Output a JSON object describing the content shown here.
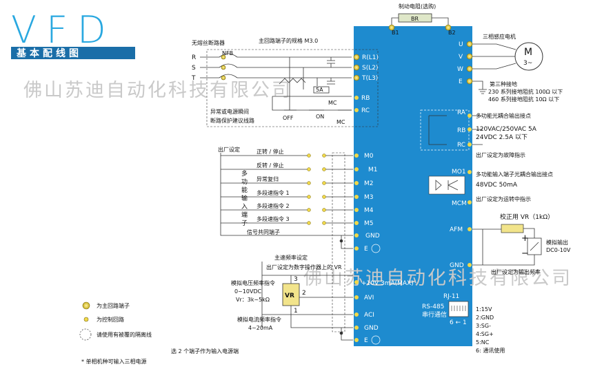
{
  "header": {
    "title": "VFD",
    "subtitle": "基本配线图"
  },
  "watermark": "佛山苏迪自动化科技有限公司",
  "brake": {
    "label": "制动电阻(选购)",
    "box": "BR",
    "b1": "B1",
    "b2": "B2"
  },
  "input": {
    "breaker_label": "无熔丝断路器",
    "nfb": "NFB",
    "main_spec": "主回路端子的规格 M3.0",
    "phases": [
      "R",
      "S",
      "T"
    ],
    "terminals": [
      "R(L1)",
      "S(L2)",
      "T(L3)"
    ],
    "fuse": "5A",
    "mc": "MC",
    "off": "OFF",
    "on": "ON",
    "protect_note": [
      "异常或电源瞬间",
      "断路保护建议线路"
    ],
    "rb": "RB",
    "rc": "RC"
  },
  "motor": {
    "label": "三相感应电机",
    "symbol_m": "M",
    "symbol_3": "3~",
    "terminals": [
      "U",
      "V",
      "W"
    ],
    "earth": "E"
  },
  "ground_note": [
    "第三种接地",
    "230 系列接地阻抗 100Ω 以下",
    "460 系列接地阻抗 10Ω 以下"
  ],
  "digital_inputs": {
    "factory": "出厂设定",
    "side_label": "多功能输入端子",
    "items": [
      {
        "label": "正转 / 停止",
        "term": "M0"
      },
      {
        "label": "反转 / 停止",
        "term": "M1"
      },
      {
        "label": "异常复归",
        "term": "M2"
      },
      {
        "label": "多段速指令 1",
        "term": "M3"
      },
      {
        "label": "多段速指令 2",
        "term": "M4"
      },
      {
        "label": "多段速指令 3",
        "term": "M5"
      }
    ],
    "common": "信号共同端子",
    "gnd": "GND",
    "e": "E"
  },
  "relay": {
    "ra": "RA",
    "rb": "RB",
    "rc": "RC",
    "title": "多功能光耦合输出接点",
    "rating1": "120VAC/250VAC 5A",
    "rating2": "24VDC  2.5A 以下",
    "factory": "出厂设定为故障指示"
  },
  "photo_output": {
    "mo1": "MO1",
    "mcm": "MCM",
    "title": "多功能输入端子光耦合输出接点",
    "rating": "48VDC 50mA",
    "factory": "出厂设定为运转中指示"
  },
  "analog_out": {
    "afm": "AFM",
    "vr": "校正用 VR（1kΩ）",
    "output": [
      "模拟输出",
      "DC0-10V"
    ],
    "gnd": "GND",
    "factory": "出厂设定为输出频率",
    "plus": "+",
    "minus": "−"
  },
  "analog_in": {
    "freq_setting": "主速频率设定",
    "factory": "出厂设定为数字操作器上的 VR",
    "supply": "+10V  3mA(MAX)",
    "voltage": [
      "模拟电压频率指令",
      "0~10VDC",
      "Vr：3k~5kΩ"
    ],
    "current": [
      "模拟电流频率指令",
      "4~20mA"
    ],
    "vr": "VR",
    "pins": [
      "1",
      "2",
      "3"
    ],
    "avi": "AVI",
    "aci": "ACI",
    "gnd": "GND",
    "e": "E"
  },
  "comm": {
    "rs485": "RS-485",
    "serial": "串行通信",
    "rj11": "RJ-11",
    "pin_range": "6 ← 1",
    "pins": [
      "1:15V",
      "2:GND",
      "3:SG-",
      "4:SG+",
      "5:NC",
      "6: 通讯使用"
    ]
  },
  "legend": {
    "main": "为主回路端子",
    "control": "为控制回路",
    "shield": "请使用有被覆的隔离线"
  },
  "footer": {
    "select": "选 2 个端子作为输入电源端",
    "note": "* 单相机种可输入三相电源"
  },
  "colors": {
    "accent": "#29a8e0",
    "inverter": "#1e8bcf",
    "terminal": "#e8d33f",
    "title_bar": "#1a6ea8"
  }
}
